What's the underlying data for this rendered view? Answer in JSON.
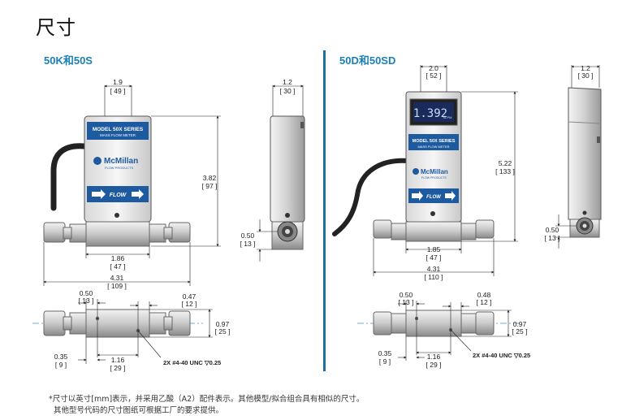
{
  "page": {
    "title": "尺寸",
    "left_label": "50K和50S",
    "right_label": "50D和50SD"
  },
  "left": {
    "model_line1": "MODEL 50X SERIES",
    "model_line2": "MASS FLOW METER",
    "brand": "McMillan",
    "brand_sub": "FLOW PRODUCTS",
    "flow_label": "FLOW",
    "dims": {
      "top_width": "1.9",
      "top_width_mm": "49",
      "height": "3.82",
      "height_mm": "97",
      "base": "1.86",
      "base_mm": "47",
      "total": "4.31",
      "total_mm": "109",
      "side_width": "1.2",
      "side_width_mm": "30",
      "side_offset": "0.50",
      "side_offset_mm": "13",
      "bot_a": "0.50",
      "bot_a_mm": "13",
      "bot_b": "0.47",
      "bot_b_mm": "12",
      "bot_h": "0.97",
      "bot_h_mm": "25",
      "bot_c": "0.35",
      "bot_c_mm": "9",
      "bot_d": "1.16",
      "bot_d_mm": "29",
      "screw": "2X #4-40 UNC ▽0.25"
    }
  },
  "right": {
    "display_value": "1.392",
    "display_unit": "SLPM",
    "model_line1": "MODEL 50X SERIES",
    "model_line2": "MASS FLOW METER",
    "brand": "McMillan",
    "brand_sub": "FLOW PRODUCTS",
    "flow_label": "FLOW",
    "dims": {
      "top_width": "2.0",
      "top_width_mm": "52",
      "height": "5.22",
      "height_mm": "133",
      "base": "1.85",
      "base_mm": "47",
      "total": "4.31",
      "total_mm": "110",
      "side_width": "1.2",
      "side_width_mm": "30",
      "side_offset": "0.50",
      "side_offset_mm": "13",
      "bot_a": "0.50",
      "bot_a_mm": "13",
      "bot_b": "0.48",
      "bot_b_mm": "12",
      "bot_h": "0.97",
      "bot_h_mm": "25",
      "bot_c": "0.35",
      "bot_c_mm": "9",
      "bot_d": "1.16",
      "bot_d_mm": "29",
      "screw": "2X #4-40 UNC ▽0.25"
    }
  },
  "notes": {
    "line1": "*尺寸以英寸[mm]表示，并采用乙酸（A2）配件表示。其他模型/拟合组合具有相似的尺寸。",
    "line2": "其他型号代码的尺寸图纸可根据工厂的要求提供。"
  },
  "colors": {
    "accent": "#1a7fb5",
    "divider": "#1a6fa3",
    "panel_blue": "#1e5aa0",
    "display_bg": "#1a2a5a",
    "display_text": "#c8dcff"
  }
}
